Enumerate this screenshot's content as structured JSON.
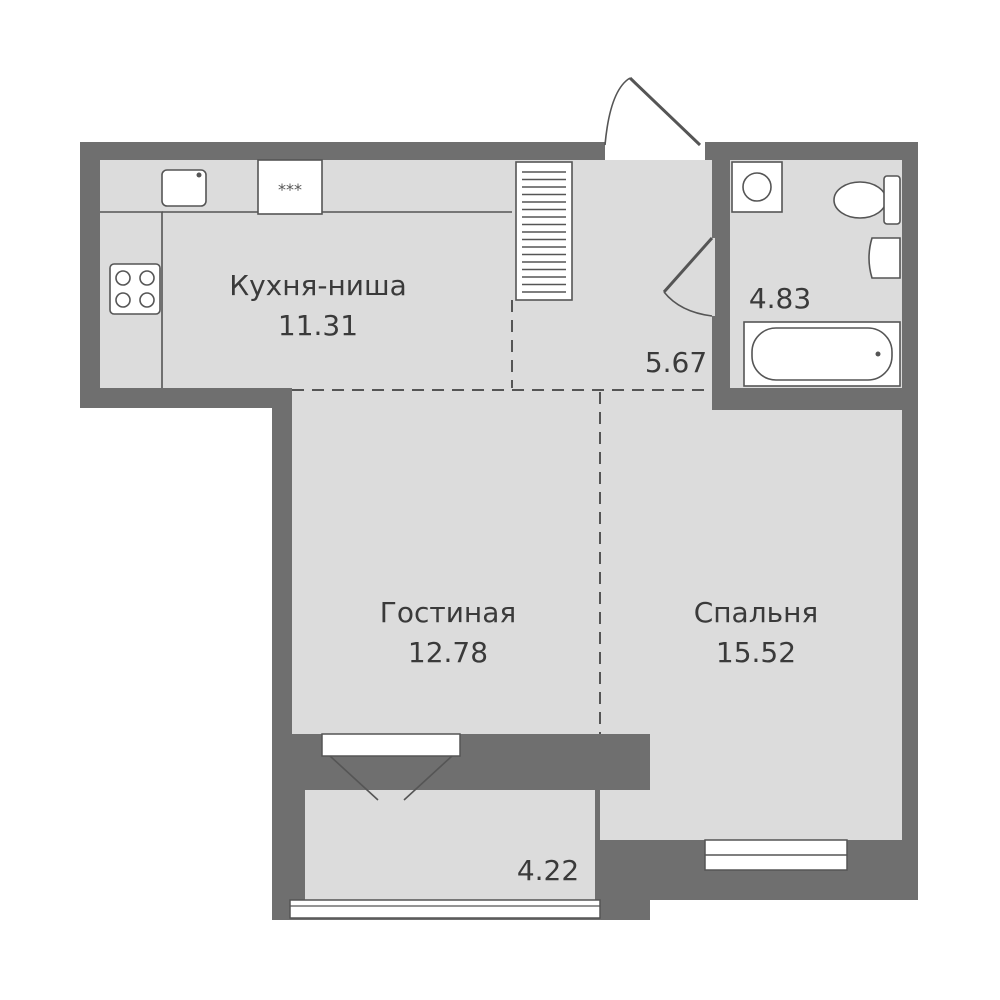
{
  "rooms": {
    "kitchen": {
      "name": "Кухня-ниша",
      "area": "11.31"
    },
    "hall": {
      "area": "5.67"
    },
    "bathroom": {
      "area": "4.83"
    },
    "living": {
      "name": "Гостиная",
      "area": "12.78"
    },
    "bedroom": {
      "name": "Спальня",
      "area": "15.52"
    },
    "balcony": {
      "area": "4.22"
    }
  },
  "colors": {
    "wall": "#6f6f6f",
    "floor": "#dcdcdc",
    "text": "#3a3a3a"
  },
  "icons": {
    "hob": "hob-icon",
    "sink": "sink-icon",
    "oven": "oven-icon",
    "wardrobe": "wardrobe-icon",
    "washer": "washing-machine-icon",
    "toilet": "toilet-icon",
    "washbasin": "washbasin-icon",
    "bathtub": "bathtub-icon"
  }
}
